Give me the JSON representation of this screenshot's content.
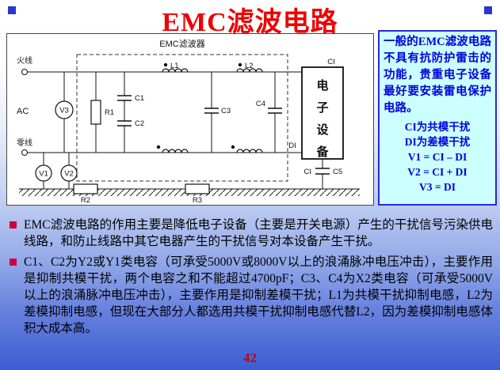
{
  "slide": {
    "title": "EMC滤波电路",
    "page_number": "42"
  },
  "colors": {
    "title_red": "#ee0000",
    "note_bg": "#ccffff",
    "note_border": "#2a2ad0",
    "note_text": "#0000dd",
    "bullet_marker": "#cc0040",
    "background_bottom": "#3c5dd2"
  },
  "diagram": {
    "title": "EMC滤波器",
    "labels": {
      "live": "火线",
      "neutral": "零线",
      "ac": "AC",
      "v1": "V1",
      "v2": "V2",
      "v3": "V3",
      "r1": "R1",
      "r2": "R2",
      "r3": "R3",
      "c1": "C1",
      "c2": "C2",
      "c3": "C3",
      "c4": "C4",
      "c5": "C5",
      "l1": "L1",
      "l2": "L2",
      "ci_top": "CI",
      "ci_bottom": "CI",
      "di": "DI"
    },
    "device_chars": [
      "电",
      "子",
      "设",
      "备"
    ]
  },
  "note_box": {
    "paragraph": "一般的EMC滤波电路不具有抗防护雷击的功能，贵重电子设备最好要安装雷电保护电路。",
    "lines": [
      "CI为共模干扰",
      "DI为差模干扰",
      "V1 = CI – DI",
      "V2 = CI + DI",
      "V3 = DI"
    ]
  },
  "bullets": [
    "EMC滤波电路的作用主要是降低电子设备（主要是开关电源）产生的干扰信号污染供电线路，和防止线路中其它电器产生的干扰信号对本设备产生干扰。",
    "C1、C2为Y2或Y1类电容（可承受5000V或8000V以上的浪涌脉冲电压冲击），主要作用是抑制共模干扰，两个电容之和不能超过4700pF；C3、C4为X2类电容（可承受5000V以上的浪涌脉冲电压冲击），主要作用是抑制差模干扰；L1为共模干扰抑制电感，L2为差模抑制电感，但现在大部分人都选用共模干扰抑制电感代替L2，因为差模抑制电感体积大成本高。"
  ]
}
